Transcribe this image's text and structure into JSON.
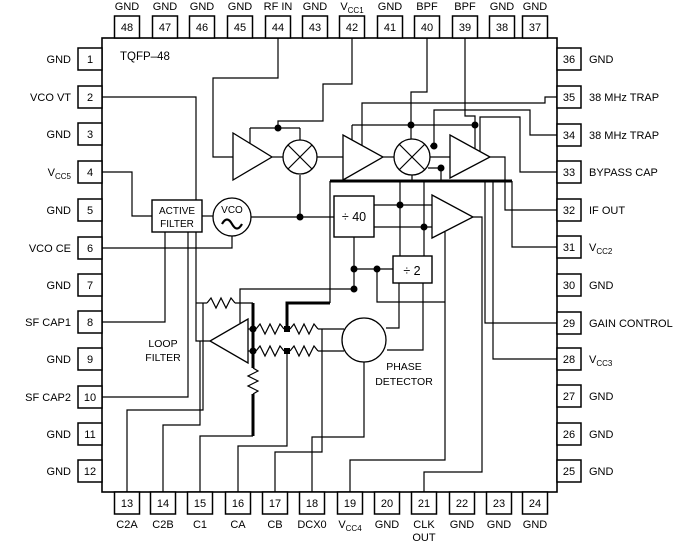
{
  "title": "TQFP–48",
  "pins": {
    "top": [
      {
        "num": "48",
        "label": "GND"
      },
      {
        "num": "47",
        "label": "GND"
      },
      {
        "num": "46",
        "label": "GND"
      },
      {
        "num": "45",
        "label": "GND"
      },
      {
        "num": "44",
        "label": "RF IN"
      },
      {
        "num": "43",
        "label": "GND"
      },
      {
        "num": "42",
        "label": "VCC1"
      },
      {
        "num": "41",
        "label": "GND"
      },
      {
        "num": "40",
        "label": "BPF"
      },
      {
        "num": "39",
        "label": "BPF"
      },
      {
        "num": "38",
        "label": "GND"
      },
      {
        "num": "37",
        "label": "GND"
      }
    ],
    "left": [
      {
        "num": "1",
        "label": "GND"
      },
      {
        "num": "2",
        "label": "VCO VT"
      },
      {
        "num": "3",
        "label": "GND"
      },
      {
        "num": "4",
        "label": "VCC5"
      },
      {
        "num": "5",
        "label": "GND"
      },
      {
        "num": "6",
        "label": "VCO CE"
      },
      {
        "num": "7",
        "label": "GND"
      },
      {
        "num": "8",
        "label": "SF CAP1"
      },
      {
        "num": "9",
        "label": "GND"
      },
      {
        "num": "10",
        "label": "SF CAP2"
      },
      {
        "num": "11",
        "label": "GND"
      },
      {
        "num": "12",
        "label": "GND"
      }
    ],
    "right": [
      {
        "num": "36",
        "label": "GND"
      },
      {
        "num": "35",
        "label": "38 MHz TRAP"
      },
      {
        "num": "34",
        "label": "38 MHz TRAP"
      },
      {
        "num": "33",
        "label": "BYPASS CAP"
      },
      {
        "num": "32",
        "label": "IF OUT"
      },
      {
        "num": "31",
        "label": "VCC2"
      },
      {
        "num": "30",
        "label": "GND"
      },
      {
        "num": "29",
        "label": "GAIN CONTROL"
      },
      {
        "num": "28",
        "label": "VCC3"
      },
      {
        "num": "27",
        "label": "GND"
      },
      {
        "num": "26",
        "label": "GND"
      },
      {
        "num": "25",
        "label": "GND"
      }
    ],
    "bottom": [
      {
        "num": "13",
        "label": "C2A"
      },
      {
        "num": "14",
        "label": "C2B"
      },
      {
        "num": "15",
        "label": "C1"
      },
      {
        "num": "16",
        "label": "CA"
      },
      {
        "num": "17",
        "label": "CB"
      },
      {
        "num": "18",
        "label": "DCX0"
      },
      {
        "num": "19",
        "label": "VCC4"
      },
      {
        "num": "20",
        "label": "GND"
      },
      {
        "num": "21",
        "label": "CLK OUT"
      },
      {
        "num": "22",
        "label": "GND"
      },
      {
        "num": "23",
        "label": "GND"
      },
      {
        "num": "24",
        "label": "GND"
      }
    ]
  },
  "blocks": {
    "active_filter_l1": "ACTIVE",
    "active_filter_l2": "FILTER",
    "vco": "VCO",
    "div40": "÷ 40",
    "div2": "÷ 2",
    "loop_filter_l1": "LOOP",
    "loop_filter_l2": "FILTER",
    "phase_detector_l1": "PHASE",
    "phase_detector_l2": "DETECTOR"
  },
  "colors": {
    "line": "#000000",
    "background": "#ffffff"
  }
}
